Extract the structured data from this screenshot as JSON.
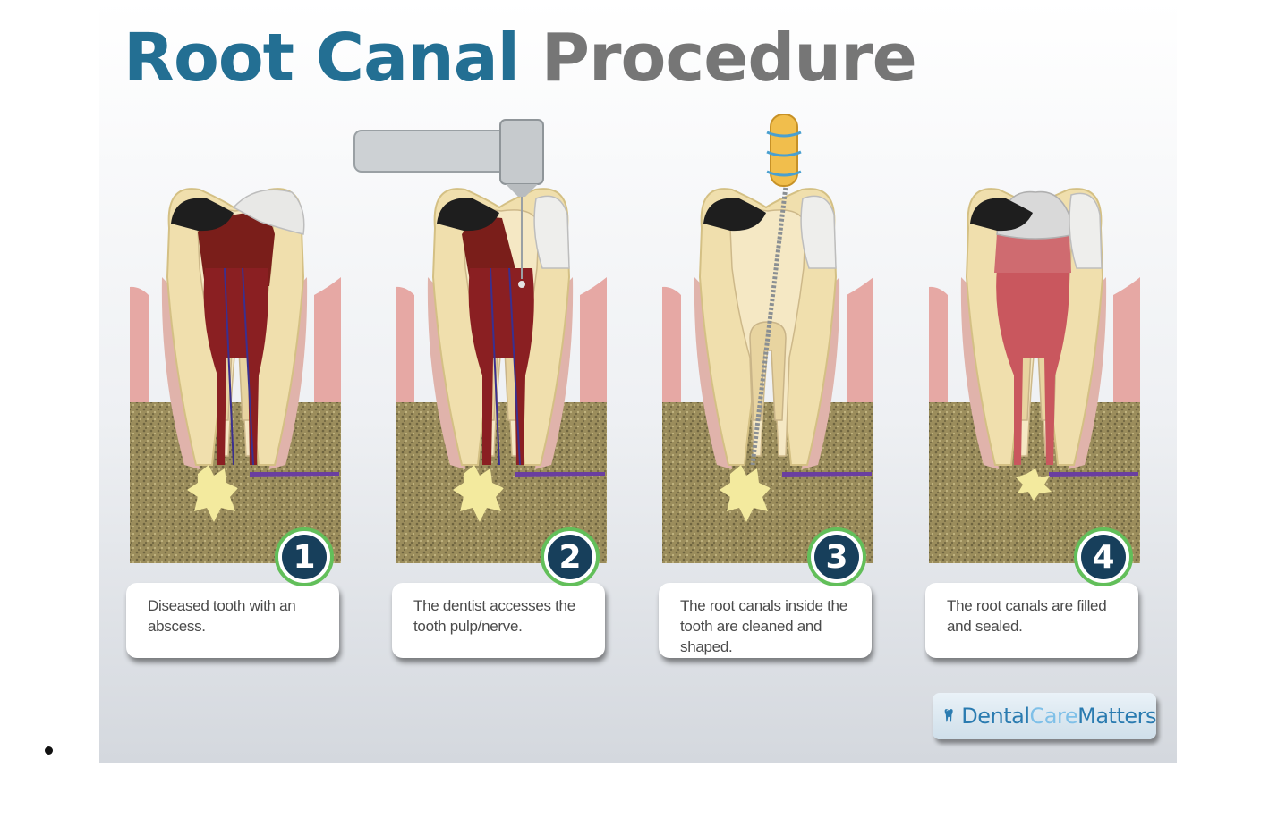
{
  "title": {
    "part1": "Root Canal",
    "part2": "Procedure"
  },
  "steps": [
    {
      "number": "1",
      "caption": "Diseased tooth with an abscess."
    },
    {
      "number": "2",
      "caption": "The dentist accesses the tooth pulp/nerve."
    },
    {
      "number": "3",
      "caption": "The root canals inside the tooth are cleaned and shaped."
    },
    {
      "number": "4",
      "caption": "The root canals are filled and sealed."
    }
  ],
  "logo": {
    "part1": "Dental",
    "part2": "Care",
    "part3": "Matters"
  },
  "colors": {
    "title_blue": "#236f93",
    "title_gray": "#767676",
    "badge_ring": "#62bf5a",
    "badge_fill": "#173f5b"
  }
}
